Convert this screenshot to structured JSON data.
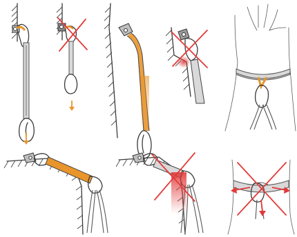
{
  "colors": {
    "accent_orange": "#e8952c",
    "sling_gray": "#d9d9d9",
    "warning_red": "#e23a3a",
    "line": "#3a3a3a"
  },
  "panels": [
    {
      "id": "quickdraw-correct",
      "icon": "quickdraw-on-bolt-icon",
      "status": "correct"
    },
    {
      "id": "quickdraw-incorrect",
      "icon": "quickdraw-crossed-icon",
      "status": "incorrect"
    },
    {
      "id": "long-sling-correct",
      "icon": "long-sling-bolt-icon",
      "status": "correct"
    },
    {
      "id": "sling-edge-incorrect",
      "icon": "sling-rock-edge-icon",
      "status": "incorrect"
    },
    {
      "id": "tree-girth-correct",
      "icon": "tree-girth-hitch-icon",
      "status": "correct"
    },
    {
      "id": "extended-over-edge-correct",
      "icon": "extended-sling-edge-icon",
      "status": "correct"
    },
    {
      "id": "extended-over-edge-incorrect",
      "icon": "sling-edge-crossed-icon",
      "status": "incorrect"
    },
    {
      "id": "girth-hitch-triaxial-incorrect",
      "icon": "girth-hitch-crossed-icon",
      "status": "incorrect"
    }
  ]
}
